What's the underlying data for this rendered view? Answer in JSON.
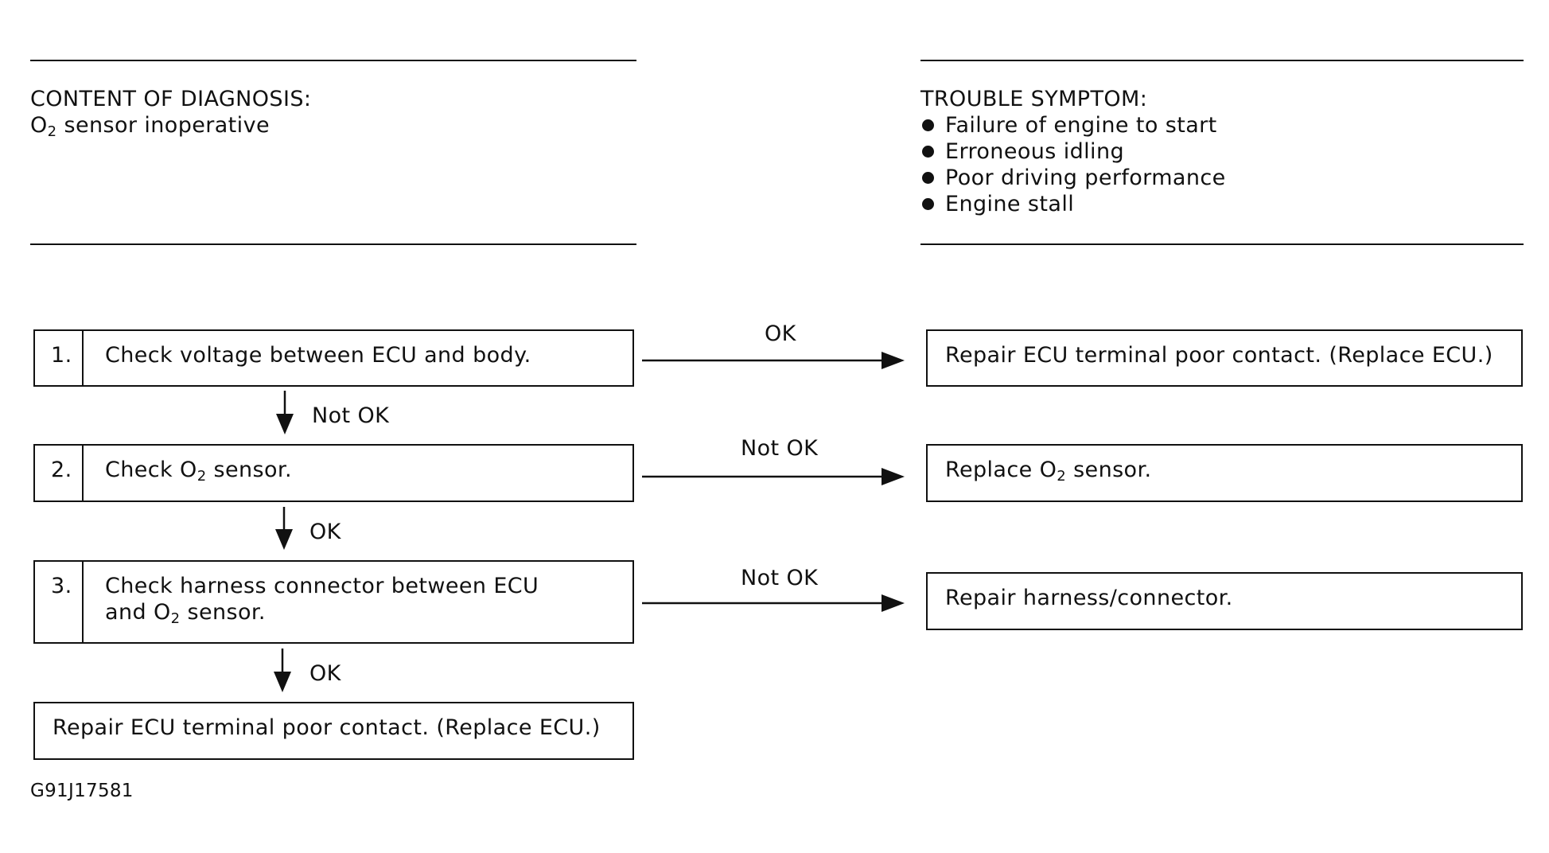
{
  "content_of_diagnosis": {
    "heading": "CONTENT OF DIAGNOSIS:",
    "text_pre": "O",
    "text_sub": "2",
    "text_post": " sensor inoperative"
  },
  "trouble_symptom": {
    "heading": "TROUBLE SYMPTOM:",
    "items": [
      "Failure of engine to start",
      "Erroneous idling",
      "Poor driving performance",
      "Engine stall"
    ]
  },
  "steps": [
    {
      "number": "1.",
      "text": "Check voltage between ECU and body.",
      "right_branch_label": "OK",
      "right_result": "Repair ECU terminal poor contact. (Replace ECU.)",
      "down_label": "Not OK"
    },
    {
      "number": "2.",
      "text_pre": "Check O",
      "text_sub": "2",
      "text_post": " sensor.",
      "right_branch_label": "Not OK",
      "right_result_pre": "Replace O",
      "right_result_sub": "2",
      "right_result_post": " sensor.",
      "down_label": "OK"
    },
    {
      "number": "3.",
      "text_line1": "Check harness connector between ECU",
      "text_line2_pre": "and O",
      "text_line2_sub": "2",
      "text_line2_post": " sensor.",
      "right_branch_label": "Not OK",
      "right_result": "Repair harness/connector.",
      "down_label": "OK"
    }
  ],
  "final_result": "Repair ECU terminal poor contact. (Replace ECU.)",
  "figure_code": "G91J17581"
}
